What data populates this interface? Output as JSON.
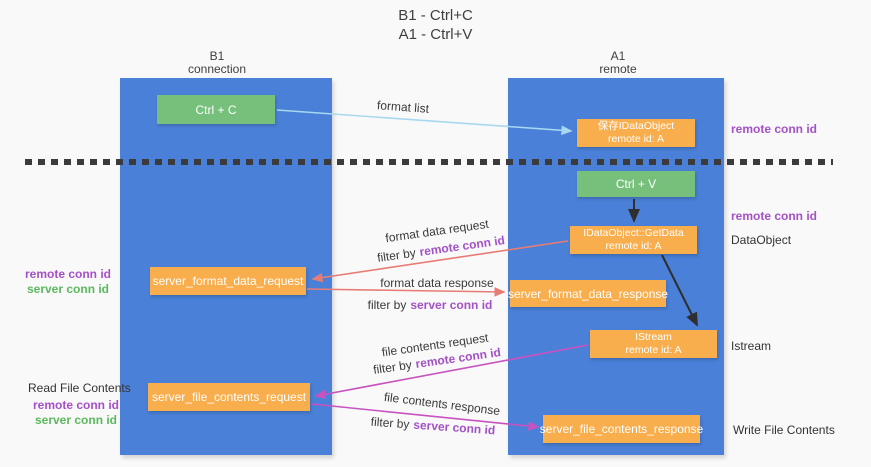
{
  "title": {
    "line1": "B1 - Ctrl+C",
    "line2": "A1 - Ctrl+V"
  },
  "colors": {
    "column_blue": "#4a80d8",
    "box_green": "#77c07c",
    "box_orange": "#f8ae4d",
    "arrow_lightblue": "#a8d8f0",
    "arrow_red": "#e87c74",
    "arrow_magenta": "#c853c0",
    "arrow_black": "#2f2f2f",
    "text_purple": "#a451c6",
    "text_green": "#5cb85f"
  },
  "columns": {
    "left": {
      "title": "B1",
      "subtitle": "connection"
    },
    "right": {
      "title": "A1",
      "subtitle": "remote"
    }
  },
  "nodes": {
    "ctrl_c": {
      "label": "Ctrl + C"
    },
    "save_dataobject": {
      "line1": "保存IDataObject",
      "line2": "remote id: A"
    },
    "ctrl_v": {
      "label": "Ctrl + V"
    },
    "getdata": {
      "line1": "IDataObject::GetData",
      "line2": "remote id: A"
    },
    "istream": {
      "line1": "IStream",
      "line2": "remote id: A"
    },
    "format_request": {
      "label": "server_format_data_request"
    },
    "format_response": {
      "label": "server_format_data_response"
    },
    "file_request": {
      "label": "server_file_contents_request"
    },
    "file_response": {
      "label": "server_file_contents_response"
    }
  },
  "left_labels": {
    "format_remote": "remote conn id",
    "format_server": "server conn id",
    "read_file": "Read File Contents",
    "file_remote": "remote conn id",
    "file_server": "server conn id"
  },
  "right_labels": {
    "remote_conn_top": "remote conn id",
    "remote_conn_mid": "remote conn id",
    "dataobject": "DataObject",
    "istream": "Istream",
    "write_file": "Write File Contents"
  },
  "flows": {
    "format_list": "format list",
    "format_req_line": "format data request",
    "format_req_filter_prefix": "filter by",
    "format_req_filter_id": "remote conn id",
    "format_resp_line": "format data response",
    "format_resp_filter_prefix": "filter by",
    "format_resp_filter_id": "server conn id",
    "file_req_line": "file contents request",
    "file_req_filter_prefix": "filter by",
    "file_req_filter_id": "remote conn id",
    "file_resp_line": "file contents response",
    "file_resp_filter_prefix": "filter by",
    "file_resp_filter_id": "server conn id"
  }
}
